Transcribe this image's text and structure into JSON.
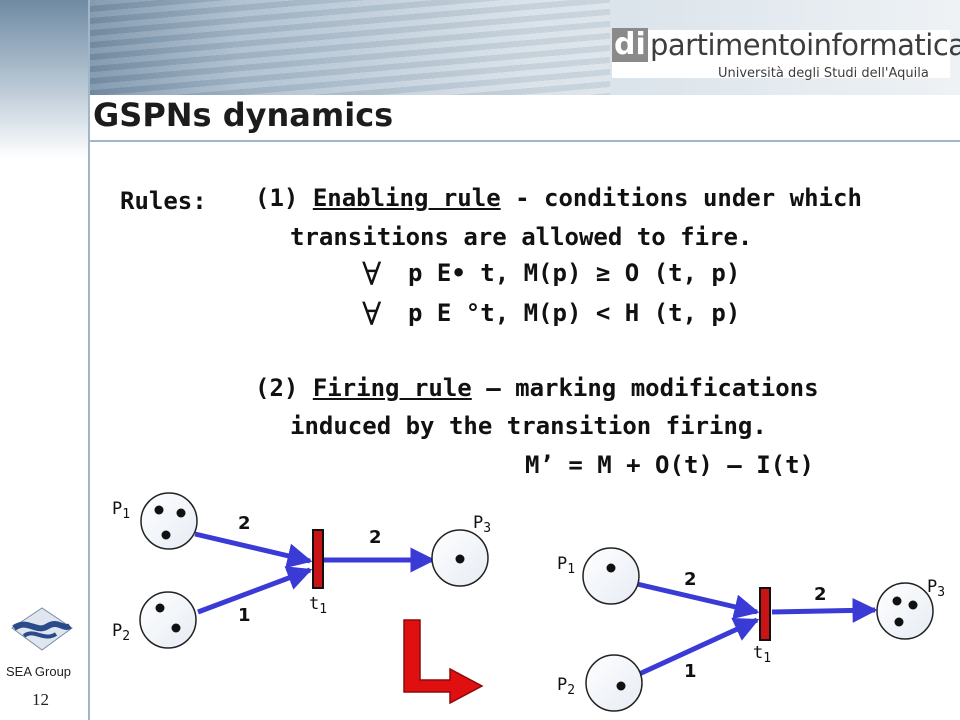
{
  "header": {
    "logo_di": "di",
    "logo_main": "partimentoinformatica",
    "logo_sub": "Università degli Studi dell'Aquila"
  },
  "title": "GSPNs dynamics",
  "rules_label": "Rules:",
  "rule1": {
    "number": "(1)",
    "name": "Enabling rule",
    "rest": " - conditions under which",
    "line2": "transitions are allowed to fire.",
    "cond1": "p E• t, M(p) ≥ O (t, p)",
    "cond2": "p E °t, M(p) < H (t, p)",
    "forall": "∀"
  },
  "rule2": {
    "number": "(2)",
    "name": "Firing rule",
    "rest": " – marking modifications",
    "line2": "induced by the transition firing.",
    "formula": "M’ = M + O(t) – I(t)"
  },
  "net_before": {
    "p1": "P",
    "p1_sub": "1",
    "p2": "P",
    "p2_sub": "2",
    "p3": "P",
    "p3_sub": "3",
    "t1": "t",
    "t1_sub": "1",
    "w_p1": "2",
    "w_p2": "1",
    "w_p3": "2"
  },
  "net_after": {
    "p1": "P",
    "p1_sub": "1",
    "p2": "P",
    "p2_sub": "2",
    "p3": "P",
    "p3_sub": "3",
    "t1": "t",
    "t1_sub": "1",
    "w_p1": "2",
    "w_p2": "1",
    "w_p3": "2"
  },
  "footer": {
    "group": "SEA Group",
    "page": "12"
  },
  "colors": {
    "arc": "#3a3ad6",
    "transition": "#c81414",
    "arrow": "#e01010"
  }
}
